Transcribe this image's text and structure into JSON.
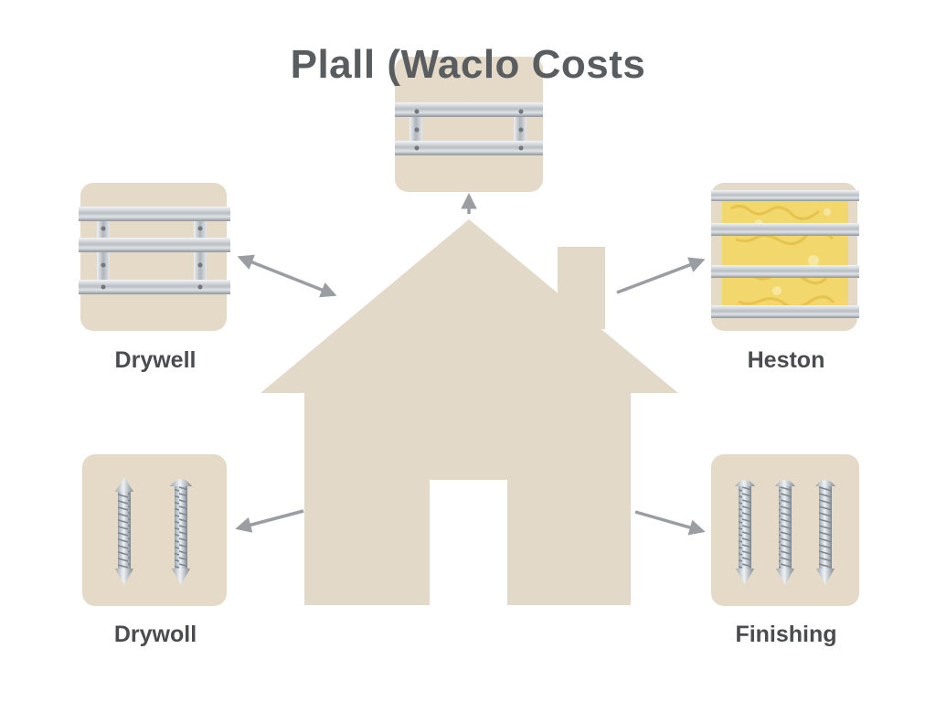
{
  "diagram": {
    "title": "Plall  (Waclo Costs",
    "colors": {
      "house": "#e2d9c8",
      "tile": "#e4dac7",
      "metal": "#c4c9ce",
      "insulation": "#f1d76c",
      "arrow": "#9a9ea3",
      "text": "#4a4c4f"
    },
    "items": [
      {
        "id": "top",
        "label": "",
        "icon": "metal-studs-icon"
      },
      {
        "id": "upper-left",
        "label": "Drywell",
        "icon": "metal-studs-icon"
      },
      {
        "id": "upper-right",
        "label": "Heston",
        "icon": "insulated-studs-icon"
      },
      {
        "id": "lower-left",
        "label": "Drywoll",
        "icon": "screws-icon"
      },
      {
        "id": "lower-right",
        "label": "Finishing",
        "icon": "screws-icon"
      }
    ]
  }
}
